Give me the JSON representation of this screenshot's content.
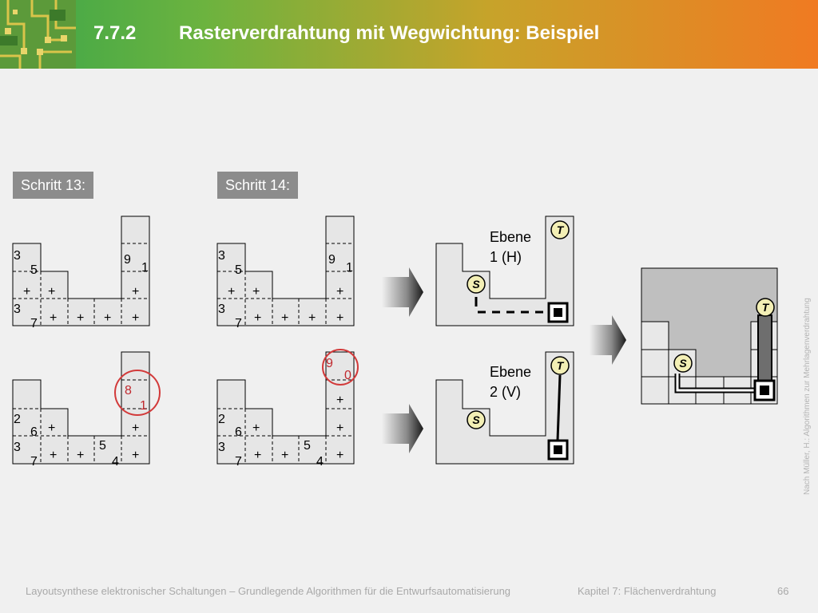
{
  "header": {
    "section_number": "7.7.2",
    "title": "Rasterverdrahtung mit Wegwichtung: Beispiel"
  },
  "step_labels": [
    "Schritt 13:",
    "Schritt 14:"
  ],
  "grids": {
    "top": {
      "row1": {
        "left_top": "3",
        "left_bottom": "5",
        "right_top": "9",
        "right_bottom": "1"
      },
      "row2": [
        "+",
        "+",
        "+"
      ],
      "row3": {
        "left_top": "3",
        "left_bottom": "7",
        "plus": [
          "+",
          "+",
          "+",
          "+"
        ]
      }
    },
    "bottom_13": {
      "target": {
        "top": "8",
        "bottom": "1"
      },
      "row2": {
        "left_top": "2",
        "left_bottom": "6",
        "plus": [
          "+",
          "+"
        ]
      },
      "row3": {
        "left_top": "3",
        "left_bottom": "7",
        "mid_top": "5",
        "mid_bottom": "4",
        "plus": [
          "+",
          "+",
          "+"
        ]
      }
    },
    "bottom_14": {
      "target": {
        "top": "9",
        "bottom": "0"
      },
      "row1": {
        "plus": "+"
      },
      "row2": {
        "left_top": "2",
        "left_bottom": "6",
        "plus": [
          "+",
          "+"
        ]
      },
      "row3": {
        "left_top": "3",
        "left_bottom": "7",
        "mid_top": "5",
        "mid_bottom": "4",
        "plus": [
          "+",
          "+",
          "+"
        ]
      }
    }
  },
  "layers": {
    "layer1": [
      "Ebene",
      "1 (H)"
    ],
    "layer2": [
      "Ebene",
      "2 (V)"
    ],
    "source": "S",
    "target": "T"
  },
  "credit": "Nach Müller, H.: Algorithmen zur Mehrlagenverdrahtung",
  "footer": {
    "course": "Layoutsynthese elektronischer Schaltungen – Grundlegende Algorithmen für die Entwurfsautomatisierung",
    "chapter": "Kapitel 7: Flächenverdrahtung",
    "page": "66"
  },
  "colors": {
    "highlight": "#d23a3a",
    "cell_fill": "#e6e6e6",
    "final_fill": "#bfbfbf",
    "badge_fill": "#f3efb5"
  }
}
